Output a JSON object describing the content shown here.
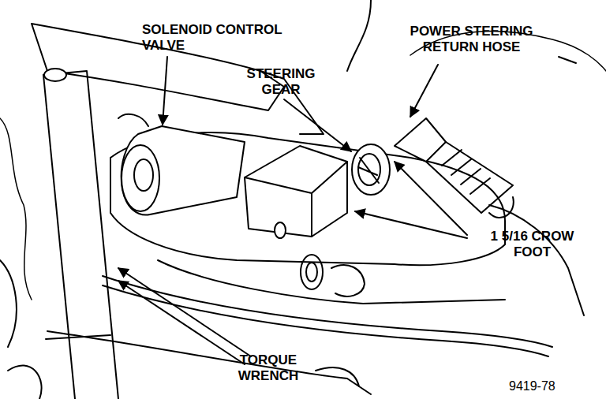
{
  "diagram": {
    "labels": [
      "SOLENOID CONTROL VALVE",
      "POWER STEERING RETURN HOSE",
      "STEERING GEAR",
      "1 5/16 CROW FOOT",
      "TORQUE WRENCH",
      "9419-78"
    ]
  }
}
